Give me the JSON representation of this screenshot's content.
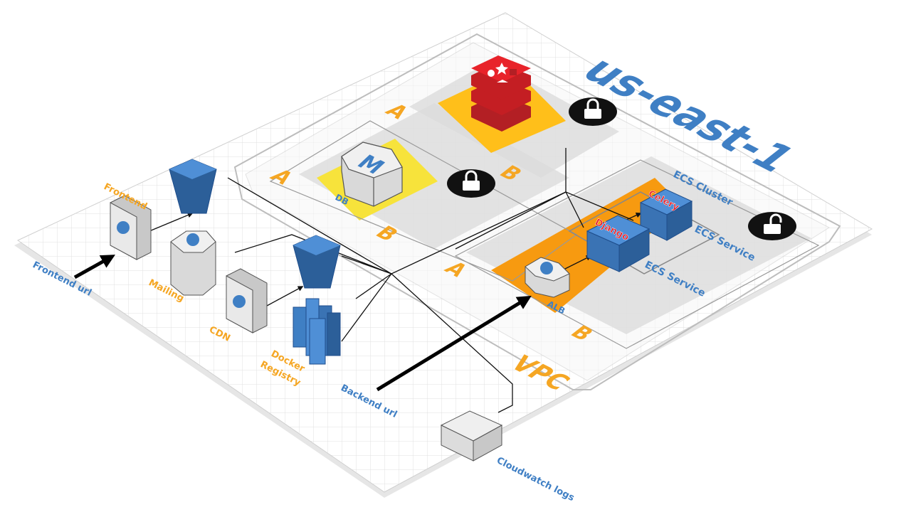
{
  "region": "us-east-1",
  "vpc": "VPC",
  "zones": {
    "a": "A",
    "b": "B"
  },
  "db": {
    "letter": "M",
    "label": "DB"
  },
  "ecs": {
    "cluster": "ECS Cluster",
    "service1": "ECS Service",
    "service2": "ECS Service"
  },
  "services": {
    "celery": "Celery",
    "django": "Django"
  },
  "alb": "ALB",
  "edge": {
    "frontend": "Frontend",
    "mailing": "Mailing",
    "cdn": "CDN",
    "docker_line1": "Docker",
    "docker_line2": "Registry"
  },
  "urls": {
    "frontend": "Frontend url",
    "backend": "Backend url"
  },
  "logs": "Cloudwatch logs",
  "colors": {
    "blue": "#3f7fc4",
    "orange": "#f5a623",
    "yellow": "#f7e33b",
    "redis": "#d0282b",
    "amber": "#ffbf1a",
    "alb_zone": "#f79a10"
  },
  "icons": [
    "padlock-icon",
    "globe-icon",
    "redis-icon",
    "hexagon-icon",
    "bucket-icon",
    "container-icon"
  ]
}
